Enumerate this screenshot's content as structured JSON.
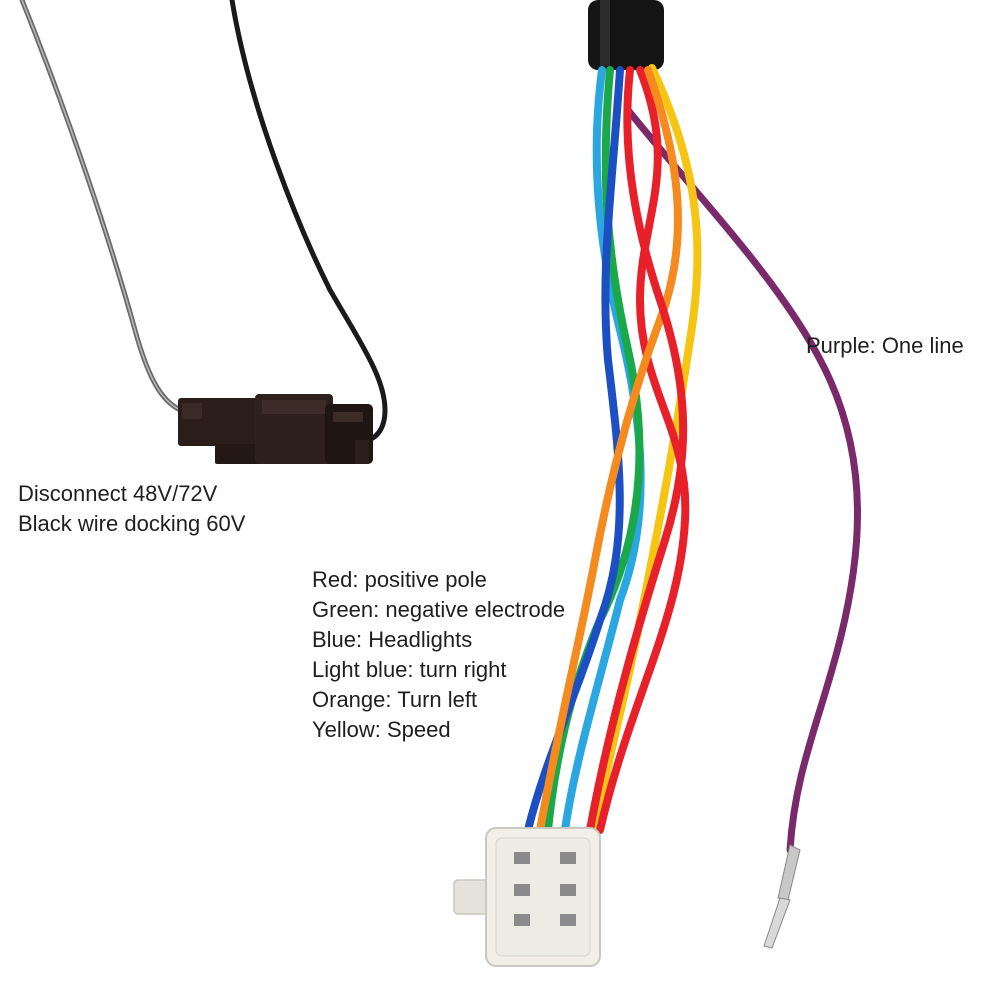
{
  "black_wire_note": {
    "line1": "Disconnect 48V/72V",
    "line2": "Black wire docking 60V"
  },
  "color_legend": [
    "Red: positive pole",
    "Green: negative electrode",
    "Blue: Headlights",
    "Light blue: turn right",
    "Orange: Turn left",
    "Yellow: Speed"
  ],
  "purple_note": "Purple: One line",
  "colors": {
    "red": "#e8202a",
    "green": "#1aa84a",
    "blue": "#1d4fc4",
    "light_blue": "#2aa6e0",
    "orange": "#f58a1f",
    "yellow": "#f6c514",
    "purple": "#7a2a6a",
    "black": "#1a1a1a",
    "gray_wire": "#6a6a6a",
    "connector_body": "#f1efe8"
  }
}
